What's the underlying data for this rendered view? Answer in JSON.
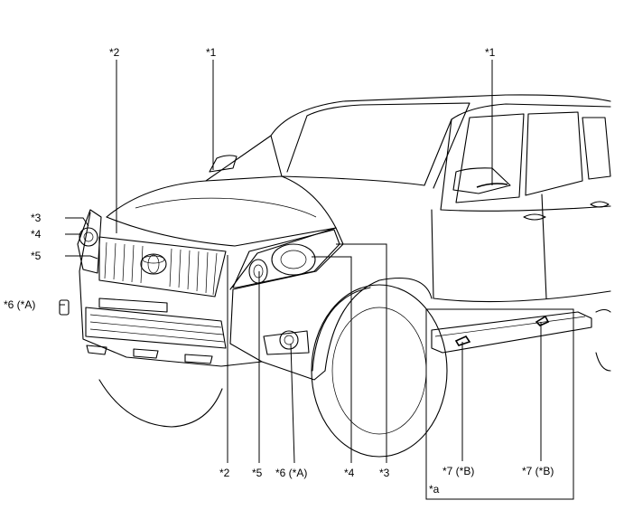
{
  "callouts": {
    "top_2": "*2",
    "top_1_left": "*1",
    "top_1_right": "*1",
    "left_3": "*3",
    "left_4": "*4",
    "left_5": "*5",
    "left_6a": "*6 (*A)",
    "bottom_2": "*2",
    "bottom_5": "*5",
    "bottom_6a": "*6 (*A)",
    "bottom_4": "*4",
    "bottom_3": "*3",
    "inset_7b_left": "*7 (*B)",
    "inset_7b_right": "*7 (*B)",
    "inset_a": "*a"
  }
}
